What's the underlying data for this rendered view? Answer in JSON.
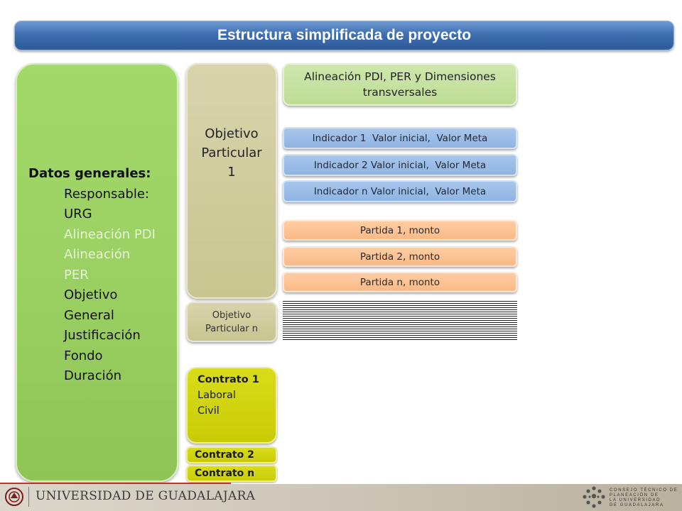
{
  "title": "Estructura simplificada de proyecto",
  "datos_generales": {
    "heading": "Datos generales:",
    "items": [
      {
        "text": "Responsable:",
        "faded": false
      },
      {
        "text": "URG",
        "faded": false
      },
      {
        "text": "Alineación PDI",
        "faded": true
      },
      {
        "text": "Alineación",
        "faded": true
      },
      {
        "text": "PER",
        "faded": true
      },
      {
        "text": "Objetivo",
        "faded": false
      },
      {
        "text": "General",
        "faded": false
      },
      {
        "text": "Justificación",
        "faded": false
      },
      {
        "text": "Fondo",
        "faded": false
      },
      {
        "text": "Duración",
        "faded": false
      }
    ]
  },
  "objetivo_1": [
    "Objetivo",
    "Particular",
    "1"
  ],
  "objetivo_n": [
    "Objetivo",
    "Particular n"
  ],
  "contrato_1": {
    "title": "Contrato 1",
    "types": [
      "Laboral",
      "Civil"
    ]
  },
  "contrato_2": "Contrato 2",
  "contrato_n": "Contrato n",
  "alineacion": [
    "Alineación PDI, PER y Dimensiones",
    "transversales"
  ],
  "indicadores": [
    "Indicador 1  Valor inicial,  Valor Meta",
    "Indicador 2 Valor inicial,  Valor Meta",
    "Indicador n Valor inicial,  Valor Meta"
  ],
  "partidas": [
    "Partida 1, monto",
    "Partida 2, monto",
    "Partida n, monto"
  ],
  "footer": {
    "universidad": "UNIVERSIDAD DE GUADALAJARA",
    "consejo": [
      "CONSEJO TÉCNICO DE",
      "PLANEACIÓN DE",
      "LA UNIVERSIDAD",
      "DE GUADALAJARA"
    ],
    "seal_icon": "university-seal-icon",
    "dots_icon": "dots-logo-icon"
  },
  "colors": {
    "title_blue": "#3f6fb0",
    "green": "#9bd063",
    "khaki": "#cfcc9e",
    "yellow": "#d0d30c",
    "light_green": "#c6e1a1",
    "blue": "#9bbce7",
    "orange": "#fdc394"
  }
}
